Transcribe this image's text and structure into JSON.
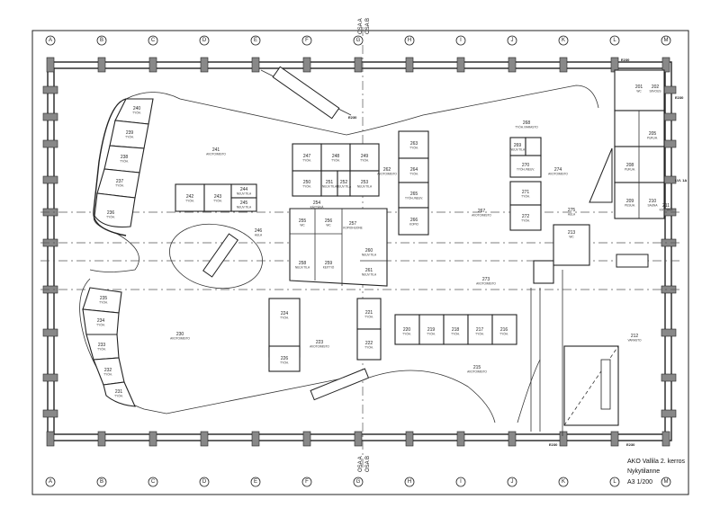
{
  "title_block": {
    "line1": "AKO Vallila 2. kerros",
    "line2": "Nykytilanne",
    "line3": "A3 1/200"
  },
  "grid_letters": [
    "A",
    "B",
    "C",
    "D",
    "E",
    "F",
    "G",
    "H",
    "I",
    "J",
    "K",
    "L",
    "M"
  ],
  "section_marks": {
    "top_a": "OSA A",
    "top_b": "OSA B",
    "bottom_a": "OSA A",
    "bottom_b": "OSA B"
  },
  "level_mark": "E230",
  "side_mark": "LVI. 1A",
  "rooms": [
    {
      "num": "240",
      "name": "TYÖH."
    },
    {
      "num": "239",
      "name": "TYÖH."
    },
    {
      "num": "238",
      "name": "TYÖH."
    },
    {
      "num": "237",
      "name": "TYÖH."
    },
    {
      "num": "236",
      "name": "TYÖH."
    },
    {
      "num": "241",
      "name": "AVOTOIMISTO"
    },
    {
      "num": "242",
      "name": "TYÖH."
    },
    {
      "num": "243",
      "name": "TYÖH."
    },
    {
      "num": "244",
      "name": "NEUV.TILA"
    },
    {
      "num": "245",
      "name": "NEUV.TILA"
    },
    {
      "num": "246",
      "name": "AULA"
    },
    {
      "num": "247",
      "name": "TYÖH."
    },
    {
      "num": "248",
      "name": "TYÖH."
    },
    {
      "num": "249",
      "name": "TYÖH."
    },
    {
      "num": "250",
      "name": "TYÖH."
    },
    {
      "num": "251",
      "name": "NEUV.TILA"
    },
    {
      "num": "252",
      "name": "NEUV.TILA"
    },
    {
      "num": "253",
      "name": "NEUV.TILA"
    },
    {
      "num": "254",
      "name": "KÄYTÄVÄ"
    },
    {
      "num": "255",
      "name": "WC"
    },
    {
      "num": "256",
      "name": "WC"
    },
    {
      "num": "257",
      "name": "KOPIOHUONE"
    },
    {
      "num": "258",
      "name": "NEUV.TILA"
    },
    {
      "num": "259",
      "name": "KEITTIÖ"
    },
    {
      "num": "260",
      "name": "NEUV.TILA"
    },
    {
      "num": "261",
      "name": "NEUV.TILA"
    },
    {
      "num": "262",
      "name": "AVOTOIMISTO"
    },
    {
      "num": "263",
      "name": "TYÖH."
    },
    {
      "num": "264",
      "name": "TYÖH."
    },
    {
      "num": "265",
      "name": "TYÖH./NEUV."
    },
    {
      "num": "266",
      "name": "KOPIO"
    },
    {
      "num": "267",
      "name": "AVOTOIMISTO"
    },
    {
      "num": "268",
      "name": "TYÖH./VARASTO"
    },
    {
      "num": "269",
      "name": "NEUV.TILA"
    },
    {
      "num": "270",
      "name": "TYÖH./NEUV."
    },
    {
      "num": "271",
      "name": "TYÖH."
    },
    {
      "num": "272",
      "name": "TYÖH."
    },
    {
      "num": "273",
      "name": "AVOTOIMISTO"
    },
    {
      "num": "274",
      "name": "AVOTOIMISTO"
    },
    {
      "num": "275",
      "name": "AULA"
    },
    {
      "num": "213",
      "name": "WC"
    },
    {
      "num": "201",
      "name": "WC"
    },
    {
      "num": "202",
      "name": "SIIVOUS"
    },
    {
      "num": "205",
      "name": "PUKUH."
    },
    {
      "num": "208",
      "name": "PUKUH."
    },
    {
      "num": "209",
      "name": "PESUH."
    },
    {
      "num": "210",
      "name": "SAUNA"
    },
    {
      "num": "211",
      "name": "KÄYTÄVÄ"
    },
    {
      "num": "212",
      "name": "VARASTO"
    },
    {
      "num": "215",
      "name": "AVOTOIMISTO"
    },
    {
      "num": "216",
      "name": "TYÖH."
    },
    {
      "num": "217",
      "name": "TYÖH."
    },
    {
      "num": "218",
      "name": "TYÖH."
    },
    {
      "num": "219",
      "name": "TYÖH."
    },
    {
      "num": "220",
      "name": "TYÖH."
    },
    {
      "num": "221",
      "name": "TYÖH."
    },
    {
      "num": "222",
      "name": "TYÖH."
    },
    {
      "num": "223",
      "name": "AVOTOIMISTO"
    },
    {
      "num": "224",
      "name": "TYÖH."
    },
    {
      "num": "226",
      "name": "TYÖH."
    },
    {
      "num": "230",
      "name": "AVOTOIMISTO"
    },
    {
      "num": "235",
      "name": "TYÖH."
    },
    {
      "num": "234",
      "name": "TYÖH."
    },
    {
      "num": "233",
      "name": "TYÖH."
    },
    {
      "num": "232",
      "name": "TYÖH."
    },
    {
      "num": "231",
      "name": "TYÖH."
    }
  ]
}
